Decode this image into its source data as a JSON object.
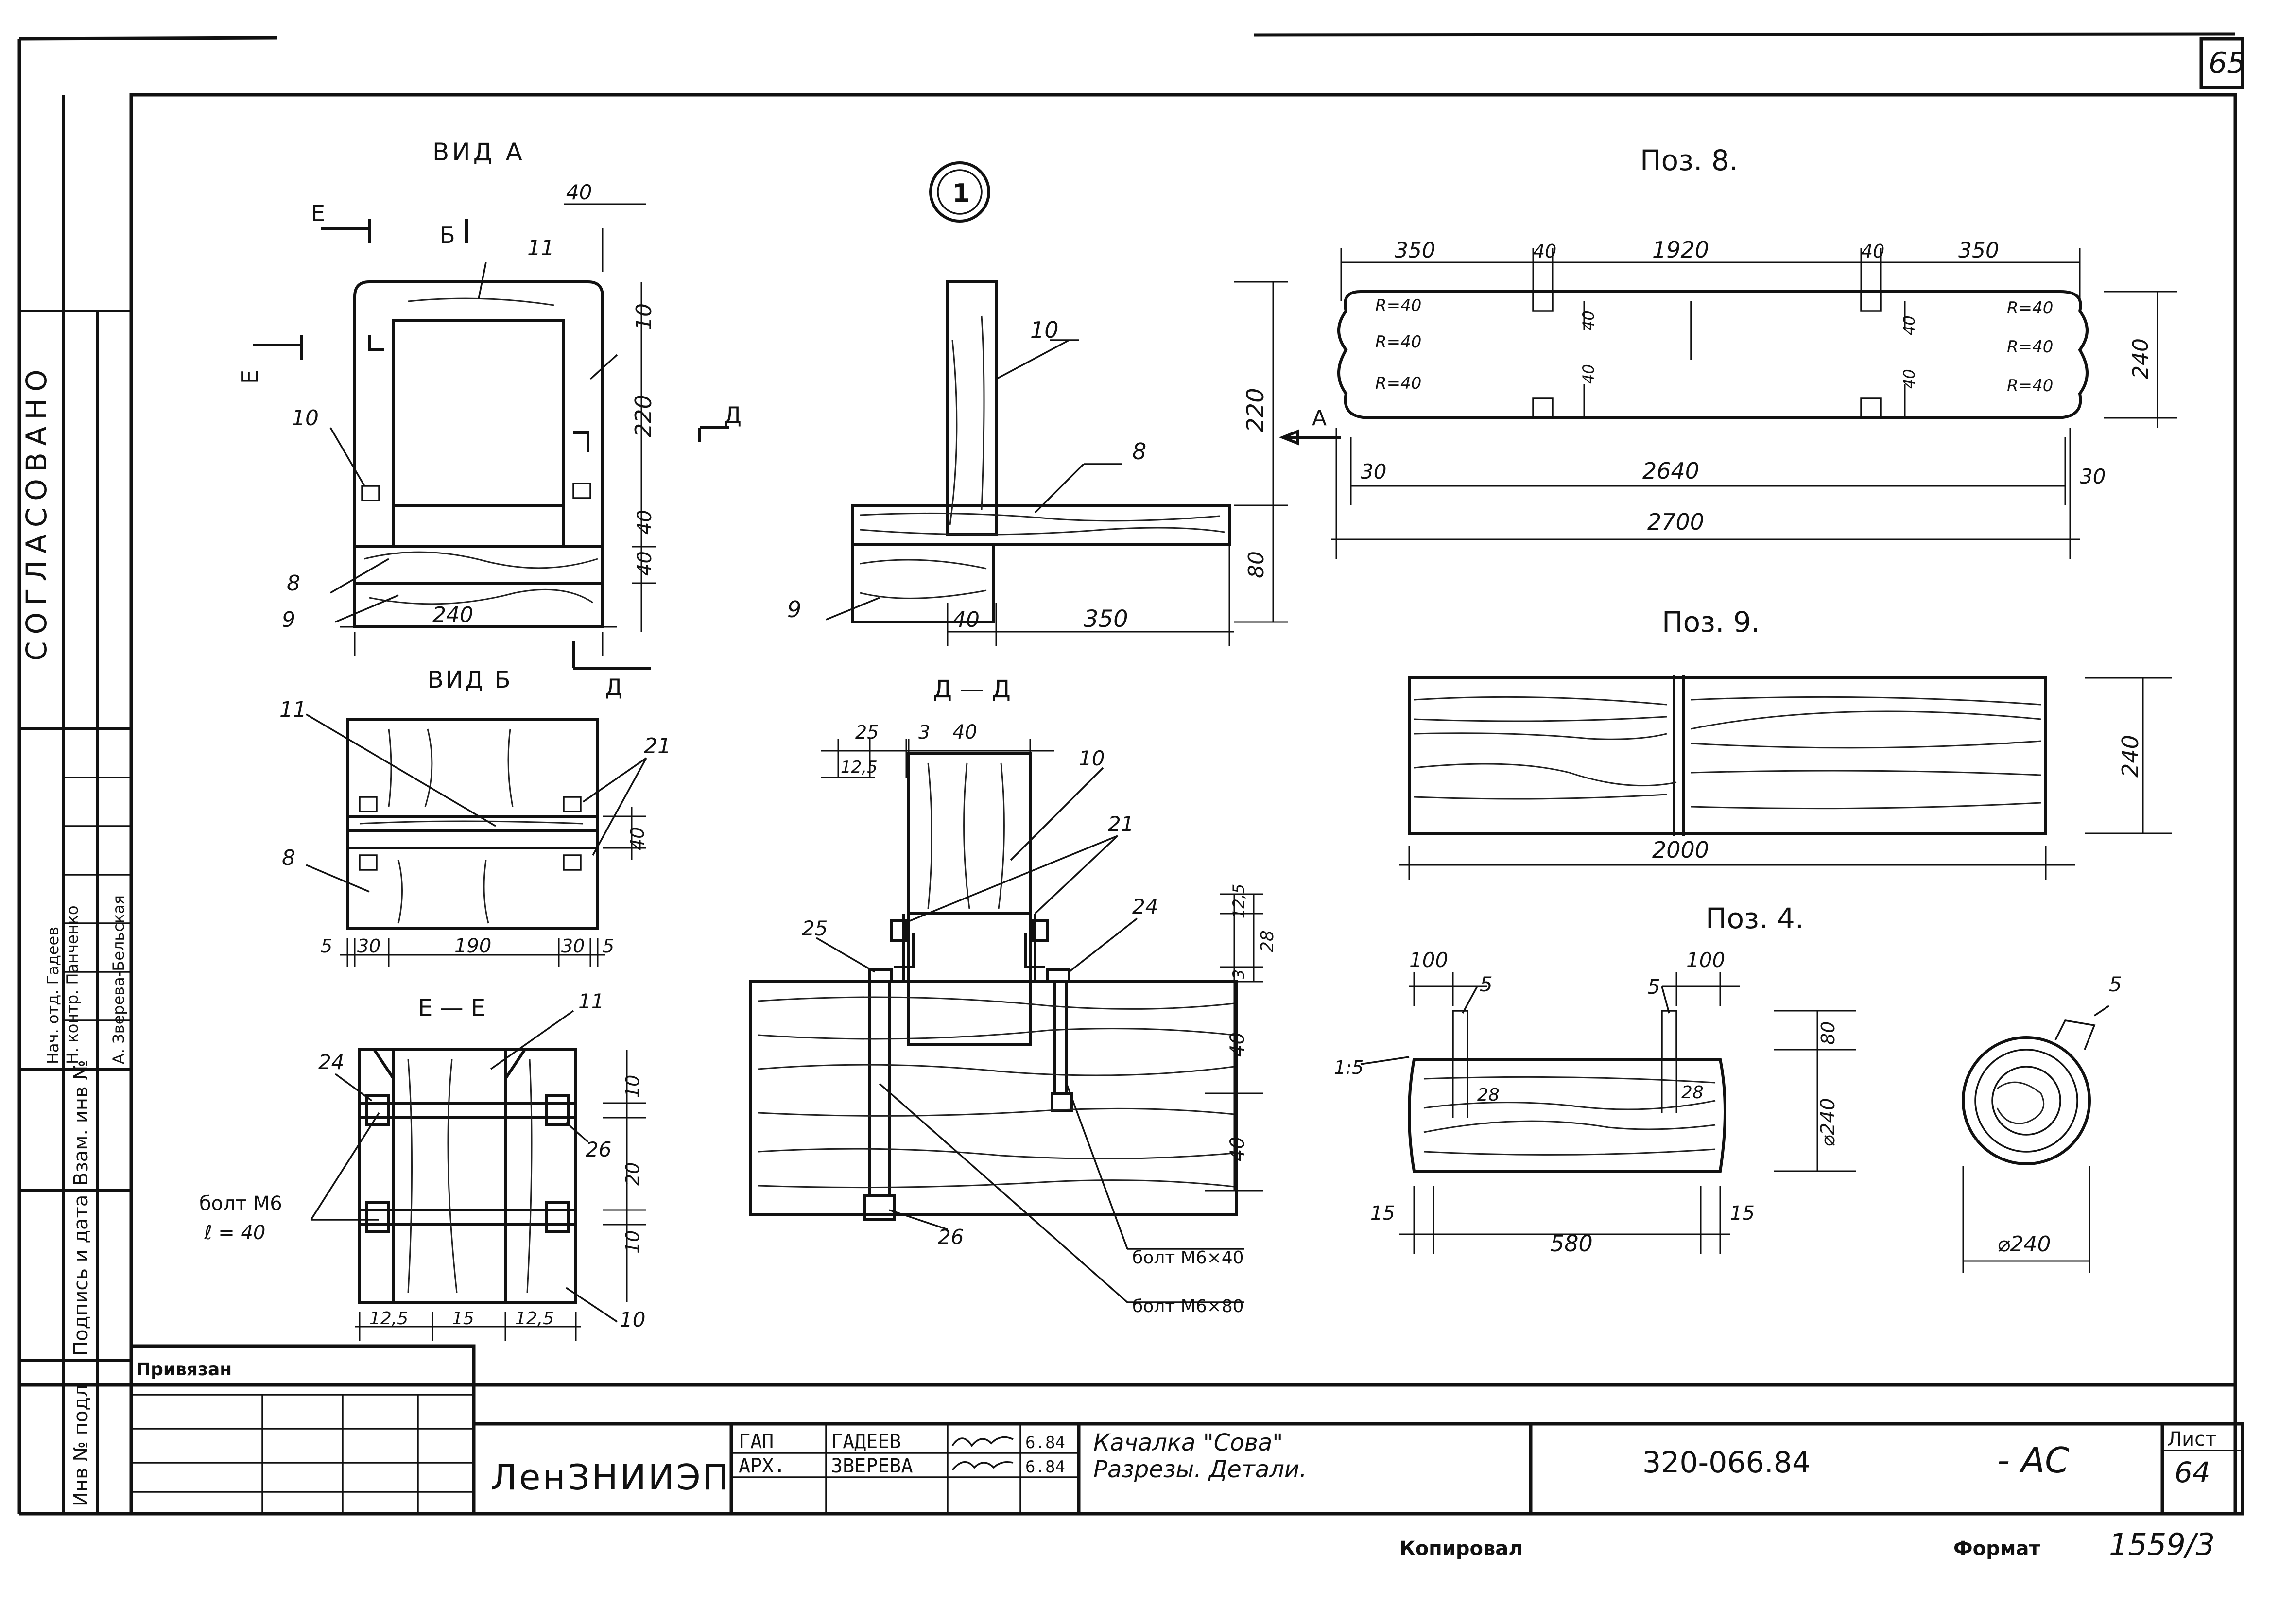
{
  "sheet": {
    "page_number": "65",
    "org": "ЛенЗНИИЭП",
    "project_title_line1": "Качалка \"Сова\"",
    "project_title_line2": "Разрезы. Детали.",
    "doc_code": "320-066.84",
    "doc_suffix": "- АС",
    "sheet_label": "Лист",
    "sheet_number": "64",
    "bound_label": "Привязан",
    "copied_label": "Копировал",
    "format_label": "Формат",
    "format_value": "1559/3",
    "agreed_label": "СОГЛАСОВАНО",
    "stamp_rows": [
      {
        "role": "ГАП",
        "name": "ГАДЕЕВ",
        "sign": "",
        "date": "6.84"
      },
      {
        "role": "АРХ.",
        "name": "ЗВЕРЕВА",
        "sign": "",
        "date": "6.84"
      }
    ],
    "left_strip": {
      "inv_podl": "Инв № подл",
      "podpis": "Подпись и дата",
      "vzam": "Взам. инв №",
      "people": [
        "Нач. отд. Гадеев",
        "Н. контр. Панченко",
        "А. Зверева-Бельская"
      ]
    }
  },
  "views": {
    "vid_a": {
      "title": "ВИД А",
      "labels": {
        "e": "Е",
        "b": "Б",
        "d": "Д"
      },
      "dims": {
        "top": "40",
        "h220": "220",
        "h40a": "40",
        "h40b": "40",
        "w240": "240"
      },
      "callouts": [
        "11",
        "10",
        "10",
        "8",
        "9"
      ]
    },
    "section_1": {
      "marker": "1",
      "dims": {
        "h220": "220",
        "h80": "80",
        "w40": "40",
        "w350": "350"
      },
      "callouts": [
        "10",
        "8",
        "9"
      ]
    },
    "vid_b": {
      "title": "ВИД Б",
      "label_d": "Д",
      "dims": {
        "d5a": "5",
        "d30a": "30",
        "d190": "190",
        "d30b": "30",
        "d5b": "5",
        "d40": "40"
      },
      "callouts": [
        "11",
        "21",
        "8"
      ]
    },
    "section_ee": {
      "title": "Е — Е",
      "dims": {
        "d10a": "10",
        "d20": "20",
        "d10b": "10",
        "w12a": "12,5",
        "w15": "15",
        "w12b": "12,5"
      },
      "callouts": [
        "24",
        "11",
        "26",
        "10"
      ],
      "bolt_label_1": "болт М6",
      "bolt_label_2": "ℓ = 40"
    },
    "section_dd": {
      "title": "Д — Д",
      "dims": {
        "d25": "25",
        "d3": "3",
        "d40": "40",
        "d125": "12,5",
        "v125": "12,5",
        "v28": "28",
        "v3": "3",
        "v40a": "40",
        "v40b": "40"
      },
      "callouts": [
        "10",
        "21",
        "25",
        "24",
        "26"
      ],
      "bolt_a": "болт М6×40",
      "bolt_b": "болт М6×80"
    },
    "poz8": {
      "title": "Поз. 8.",
      "dims": {
        "d350a": "350",
        "d40a": "40",
        "d1920": "1920",
        "d40b": "40",
        "d350b": "350",
        "d240": "240",
        "d30a": "30",
        "d2640": "2640",
        "d30b": "30",
        "d2700": "2700",
        "v40a": "40",
        "v40b": "40",
        "v40c": "40",
        "v40d": "40"
      },
      "radii": [
        "R=40",
        "R=40",
        "R=40",
        "R=40",
        "R=40",
        "R=40"
      ],
      "arrow_label": "А"
    },
    "poz9": {
      "title": "Поз. 9.",
      "dims": {
        "d240": "240",
        "d2000": "2000"
      }
    },
    "poz4": {
      "title": "Поз. 4.",
      "dims": {
        "d100a": "100",
        "d100b": "100",
        "d28a": "28",
        "d28b": "28",
        "d80": "80",
        "d240": "⌀240",
        "d15a": "15",
        "d580": "580",
        "d15b": "15",
        "angle": "1:5",
        "circle": "⌀240"
      },
      "callouts": [
        "5",
        "5",
        "5"
      ]
    }
  }
}
